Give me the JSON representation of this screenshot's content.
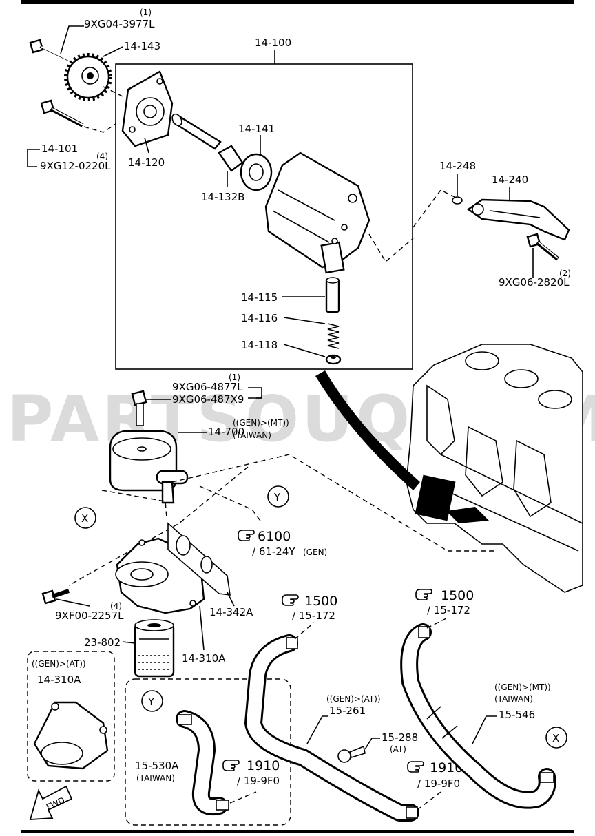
{
  "watermark": "PARTSOUQ.COM",
  "callouts": {
    "p14_100": "14-100",
    "p9xg04": "9XG04-3977L",
    "p9xg04_qty": "(1)",
    "p14_143": "14-143",
    "p14_101": "14-101",
    "p9xg12": "9XG12-0220L",
    "p9xg12_qty": "(4)",
    "p14_120": "14-120",
    "p14_141": "14-141",
    "p14_132b": "14-132B",
    "p14_248": "14-248",
    "p14_240": "14-240",
    "p9xg06_2820": "9XG06-2820L",
    "p9xg06_2820_qty": "(2)",
    "p14_115": "14-115",
    "p14_116": "14-116",
    "p14_118": "14-118",
    "p9xg06_4877": "9XG06-4877L",
    "p9xg06_4877_qty": "(1)",
    "p9xg06_487x9": "9XG06-487X9",
    "p14_700": "14-700",
    "p14_700_note1": "((GEN)>(MT))",
    "p14_700_note2": "(TAIWAN)",
    "ref6100": "6100",
    "ref6100_sub": "/ 61-24Y",
    "ref6100_gen": "(GEN)",
    "ref1500a": "1500",
    "ref1500a_sub": "/ 15-172",
    "ref1500b": "1500",
    "ref1500b_sub": "/ 15-172",
    "p14_342a": "14-342A",
    "p9xf00": "9XF00-2257L",
    "p9xf00_qty": "(4)",
    "p23_802": "23-802",
    "p14_310a": "14-310A",
    "box_note": "((GEN)>(AT))",
    "box_part": "14-310A",
    "p15_261_note": "((GEN)>(AT))",
    "p15_261": "15-261",
    "p15_288": "15-288",
    "p15_288_note": "(AT)",
    "p15_546_note1": "((GEN)>(MT))",
    "p15_546_note2": "(TAIWAN)",
    "p15_546": "15-546",
    "p15_530a": "15-530A",
    "p15_530a_note": "(TAIWAN)",
    "ref1910a": "1910",
    "ref1910a_sub": "/ 19-9F0",
    "ref1910b": "1910",
    "ref1910b_sub": "/ 19-9F0",
    "mark_x1": "X",
    "mark_y1": "Y",
    "mark_y2": "Y",
    "mark_x2": "X",
    "fwd": "FWD"
  },
  "icons": [
    "pointing-hand-icon",
    "fwd-arrow-icon"
  ]
}
